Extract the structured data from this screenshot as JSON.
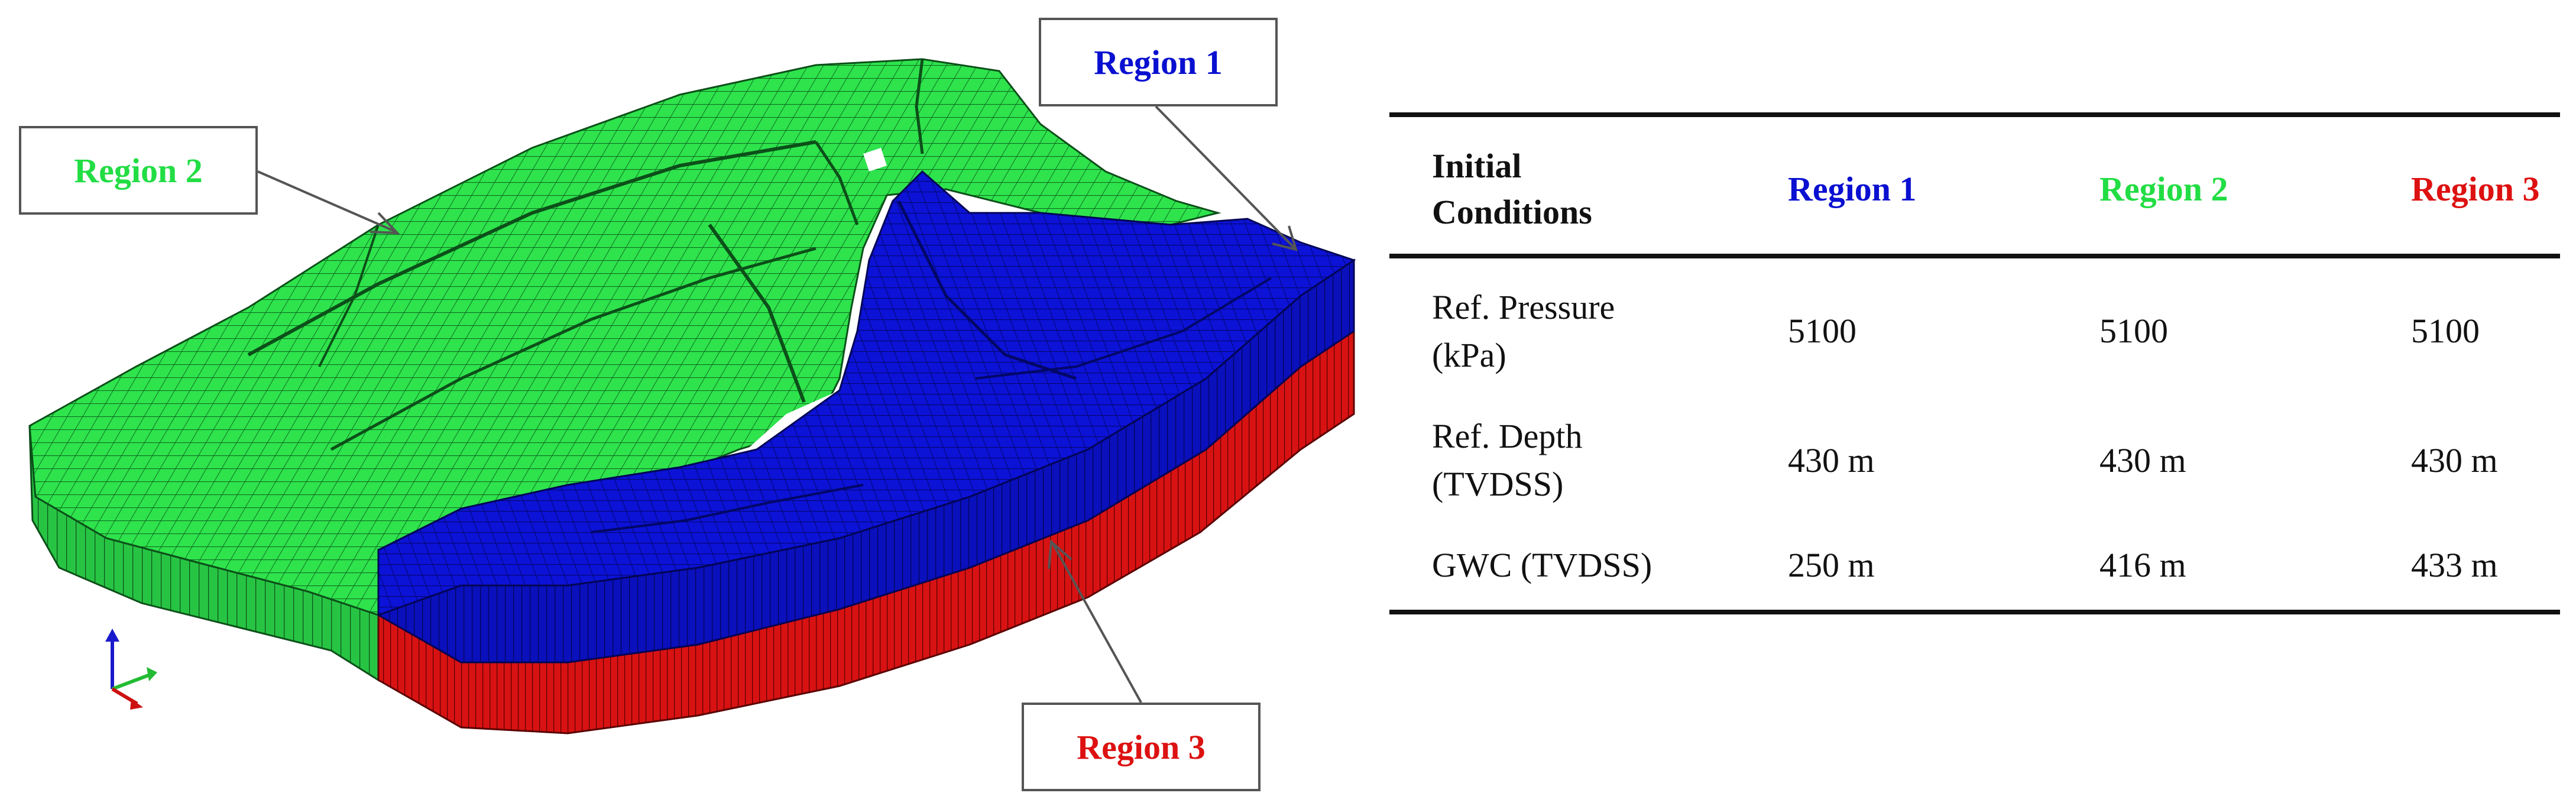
{
  "colors": {
    "region_1": "#0a10d0",
    "region_2": "#22dd44",
    "region_3": "#dd1111",
    "table_text": "#111111",
    "rule": "#111111",
    "callout_border": "#555555"
  },
  "callouts": {
    "region_1": "Region 1",
    "region_2": "Region 2",
    "region_3": "Region 3"
  },
  "table": {
    "header": {
      "col0_line1": "Initial",
      "col0_line2": "Conditions",
      "col1": "Region 1",
      "col2": "Region 2",
      "col3": "Region 3"
    },
    "rows": [
      {
        "label_line1": "Ref. Pressure",
        "label_line2": "(kPa)",
        "r1": "5100",
        "r2": "5100",
        "r3": "5100"
      },
      {
        "label_line1": "Ref. Depth",
        "label_line2": "(TVDSS)",
        "r1": "430 m",
        "r2": "430 m",
        "r3": "430 m"
      },
      {
        "label_line1": "GWC (TVDSS)",
        "label_line2": "",
        "r1": "250 m",
        "r2": "416 m",
        "r3": "433 m"
      }
    ]
  },
  "icons": {
    "axis_triad": "xyz-axis-icon"
  }
}
